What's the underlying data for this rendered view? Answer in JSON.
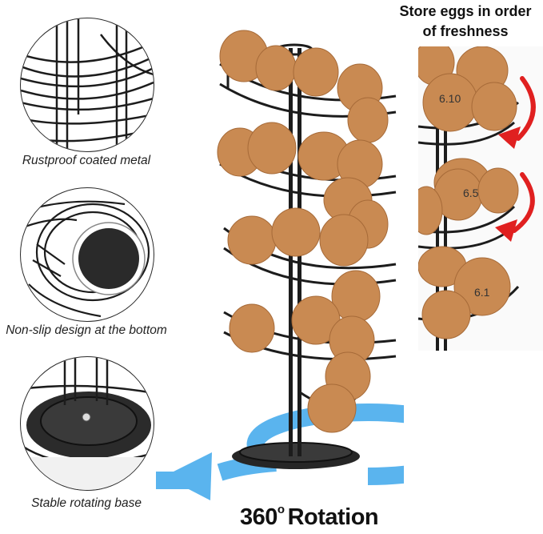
{
  "features": [
    {
      "label": "Rustproof coated metal"
    },
    {
      "label": "Non-slip design at the bottom"
    },
    {
      "label": "Stable rotating base"
    }
  ],
  "freshness": {
    "title_line1": "Store eggs in order",
    "title_line2": "of freshness",
    "dates": [
      "6.10",
      "6.5",
      "6.1"
    ]
  },
  "rotation": {
    "value": "360",
    "degree": "o",
    "label": "Rotation"
  },
  "colors": {
    "egg": "#c98a52",
    "wire": "#1c1c1c",
    "arrow_blue": "#5ab4ee",
    "arrow_red": "#e02020"
  }
}
